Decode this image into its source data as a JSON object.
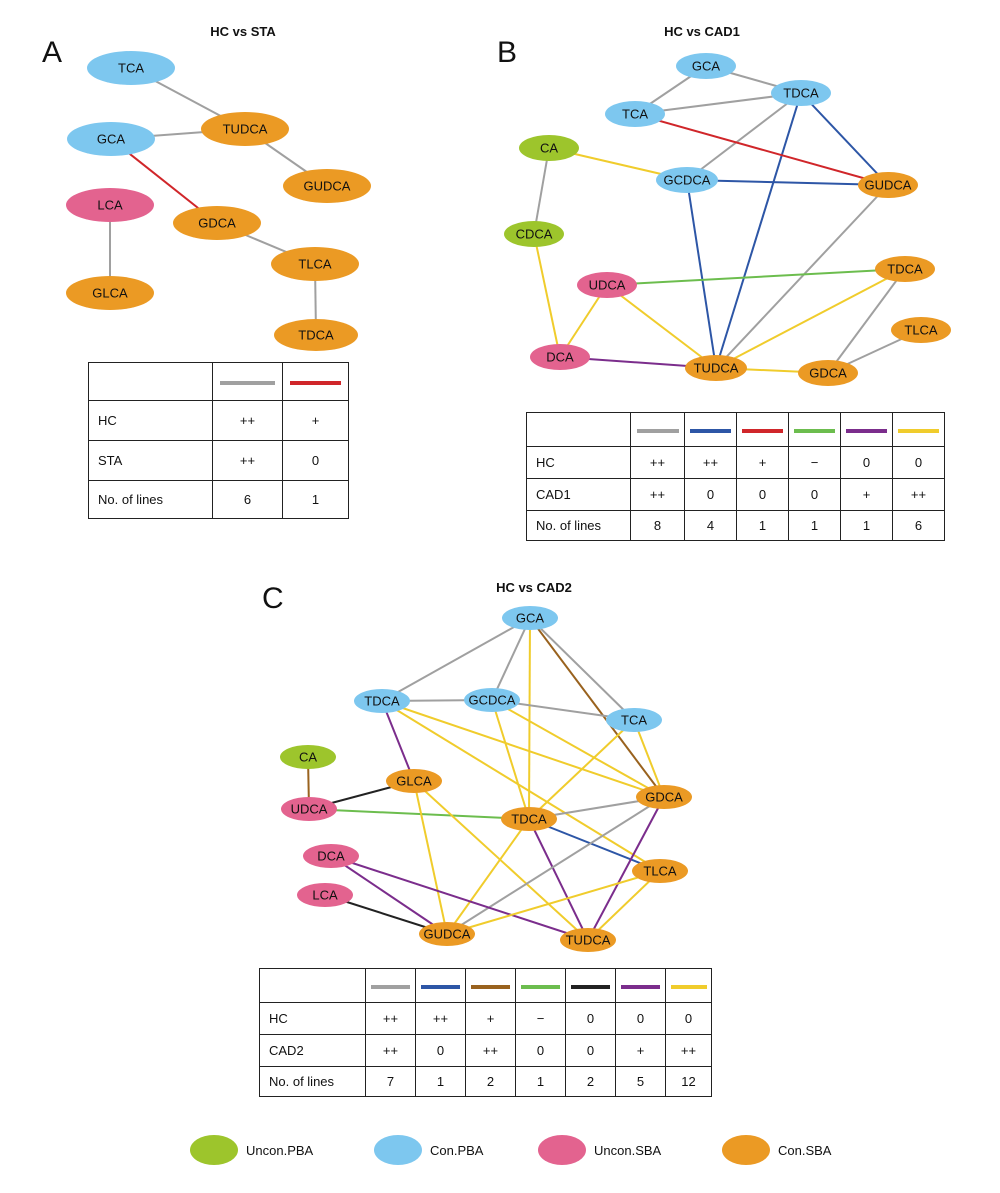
{
  "colors": {
    "unconPBA": "#9dc52c",
    "conPBA": "#7dc7ef",
    "unconSBA": "#e3638f",
    "conSBA": "#eb9a24",
    "gray": "#a0a0a0",
    "red": "#d0262a",
    "blue": "#2d56a6",
    "green": "#6cbd4e",
    "purple": "#7b2d8c",
    "yellow": "#f0cc2c",
    "brown": "#99621e",
    "black": "#222222"
  },
  "panels": [
    {
      "id": "A",
      "letter": "A",
      "title": "HC vs STA",
      "nodes": [
        {
          "id": "TCA",
          "label": "TCA",
          "type": "conPBA"
        },
        {
          "id": "GCA",
          "label": "GCA",
          "type": "conPBA"
        },
        {
          "id": "TUDCA",
          "label": "TUDCA",
          "type": "conSBA"
        },
        {
          "id": "GUDCA",
          "label": "GUDCA",
          "type": "conSBA"
        },
        {
          "id": "LCA",
          "label": "LCA",
          "type": "unconSBA"
        },
        {
          "id": "GDCA",
          "label": "GDCA",
          "type": "conSBA"
        },
        {
          "id": "TLCA",
          "label": "TLCA",
          "type": "conSBA"
        },
        {
          "id": "GLCA",
          "label": "GLCA",
          "type": "conSBA"
        },
        {
          "id": "TDCA",
          "label": "TDCA",
          "type": "conSBA"
        }
      ],
      "edges": [
        {
          "from": "TCA",
          "to": "TUDCA",
          "color": "gray"
        },
        {
          "from": "GCA",
          "to": "TUDCA",
          "color": "gray"
        },
        {
          "from": "TUDCA",
          "to": "GUDCA",
          "color": "gray"
        },
        {
          "from": "GCA",
          "to": "GDCA",
          "color": "red"
        },
        {
          "from": "GDCA",
          "to": "TLCA",
          "color": "gray"
        },
        {
          "from": "TLCA",
          "to": "TDCA",
          "color": "gray"
        },
        {
          "from": "LCA",
          "to": "GLCA",
          "color": "gray"
        }
      ],
      "table": {
        "columns": [
          "gray",
          "red"
        ],
        "rows": [
          {
            "label": "HC",
            "values": [
              "++",
              "+"
            ]
          },
          {
            "label": "STA",
            "values": [
              "++",
              "0"
            ]
          },
          {
            "label": "No. of lines",
            "values": [
              "6",
              "1"
            ]
          }
        ]
      }
    },
    {
      "id": "B",
      "letter": "B",
      "title": "HC vs CAD1",
      "nodes": [
        {
          "id": "GCA",
          "label": "GCA",
          "type": "conPBA"
        },
        {
          "id": "TDCA1",
          "label": "TDCA",
          "type": "conPBA"
        },
        {
          "id": "TCA",
          "label": "TCA",
          "type": "conPBA"
        },
        {
          "id": "CA",
          "label": "CA",
          "type": "unconPBA"
        },
        {
          "id": "GCDCA",
          "label": "GCDCA",
          "type": "conPBA"
        },
        {
          "id": "GUDCA",
          "label": "GUDCA",
          "type": "conSBA"
        },
        {
          "id": "CDCA",
          "label": "CDCA",
          "type": "unconPBA"
        },
        {
          "id": "UDCA",
          "label": "UDCA",
          "type": "unconSBA"
        },
        {
          "id": "TDCA2",
          "label": "TDCA",
          "type": "conSBA"
        },
        {
          "id": "TLCA",
          "label": "TLCA",
          "type": "conSBA"
        },
        {
          "id": "DCA",
          "label": "DCA",
          "type": "unconSBA"
        },
        {
          "id": "TUDCA",
          "label": "TUDCA",
          "type": "conSBA"
        },
        {
          "id": "GDCA",
          "label": "GDCA",
          "type": "conSBA"
        }
      ],
      "edges": [
        {
          "from": "GCA",
          "to": "TDCA1",
          "color": "gray"
        },
        {
          "from": "GCA",
          "to": "TCA",
          "color": "gray"
        },
        {
          "from": "TCA",
          "to": "TDCA1",
          "color": "gray"
        },
        {
          "from": "TDCA1",
          "to": "GCDCA",
          "color": "gray"
        },
        {
          "from": "TDCA1",
          "to": "GUDCA",
          "color": "blue"
        },
        {
          "from": "TDCA1",
          "to": "TUDCA",
          "color": "blue"
        },
        {
          "from": "TCA",
          "to": "GUDCA",
          "color": "red"
        },
        {
          "from": "CA",
          "to": "GCDCA",
          "color": "yellow"
        },
        {
          "from": "CA",
          "to": "CDCA",
          "color": "gray"
        },
        {
          "from": "GCDCA",
          "to": "GUDCA",
          "color": "blue"
        },
        {
          "from": "GCDCA",
          "to": "TUDCA",
          "color": "blue"
        },
        {
          "from": "GUDCA",
          "to": "TUDCA",
          "color": "gray"
        },
        {
          "from": "CDCA",
          "to": "DCA",
          "color": "yellow"
        },
        {
          "from": "UDCA",
          "to": "TDCA2",
          "color": "green"
        },
        {
          "from": "UDCA",
          "to": "DCA",
          "color": "yellow"
        },
        {
          "from": "UDCA",
          "to": "TUDCA",
          "color": "yellow"
        },
        {
          "from": "TDCA2",
          "to": "TUDCA",
          "color": "yellow"
        },
        {
          "from": "TDCA2",
          "to": "GDCA",
          "color": "gray"
        },
        {
          "from": "TLCA",
          "to": "GDCA",
          "color": "gray"
        },
        {
          "from": "DCA",
          "to": "TUDCA",
          "color": "purple"
        },
        {
          "from": "TUDCA",
          "to": "GDCA",
          "color": "yellow"
        }
      ],
      "table": {
        "columns": [
          "gray",
          "blue",
          "red",
          "green",
          "purple",
          "yellow"
        ],
        "rows": [
          {
            "label": "HC",
            "values": [
              "++",
              "++",
              "+",
              "−",
              "0",
              "0"
            ]
          },
          {
            "label": "CAD1",
            "values": [
              "++",
              "0",
              "0",
              "0",
              "+",
              "++"
            ]
          },
          {
            "label": "No. of lines",
            "values": [
              "8",
              "4",
              "1",
              "1",
              "1",
              "6"
            ]
          }
        ]
      }
    },
    {
      "id": "C",
      "letter": "C",
      "title": "HC vs CAD2",
      "nodes": [
        {
          "id": "GCA",
          "label": "GCA",
          "type": "conPBA"
        },
        {
          "id": "TDCA1",
          "label": "TDCA",
          "type": "conPBA"
        },
        {
          "id": "GCDCA",
          "label": "GCDCA",
          "type": "conPBA"
        },
        {
          "id": "TCA",
          "label": "TCA",
          "type": "conPBA"
        },
        {
          "id": "CA",
          "label": "CA",
          "type": "unconPBA"
        },
        {
          "id": "GLCA",
          "label": "GLCA",
          "type": "conSBA"
        },
        {
          "id": "UDCA",
          "label": "UDCA",
          "type": "unconSBA"
        },
        {
          "id": "TDCA2",
          "label": "TDCA",
          "type": "conSBA"
        },
        {
          "id": "GDCA",
          "label": "GDCA",
          "type": "conSBA"
        },
        {
          "id": "DCA",
          "label": "DCA",
          "type": "unconSBA"
        },
        {
          "id": "TLCA",
          "label": "TLCA",
          "type": "conSBA"
        },
        {
          "id": "LCA",
          "label": "LCA",
          "type": "unconSBA"
        },
        {
          "id": "GUDCA",
          "label": "GUDCA",
          "type": "conSBA"
        },
        {
          "id": "TUDCA",
          "label": "TUDCA",
          "type": "conSBA"
        }
      ],
      "edges": [
        {
          "from": "GCA",
          "to": "TDCA1",
          "color": "gray"
        },
        {
          "from": "GCA",
          "to": "GCDCA",
          "color": "gray"
        },
        {
          "from": "GCA",
          "to": "TCA",
          "color": "gray"
        },
        {
          "from": "GCA",
          "to": "TDCA2",
          "color": "yellow"
        },
        {
          "from": "GCA",
          "to": "GDCA",
          "color": "brown"
        },
        {
          "from": "TDCA1",
          "to": "GCDCA",
          "color": "gray"
        },
        {
          "from": "TDCA1",
          "to": "GDCA",
          "color": "yellow"
        },
        {
          "from": "TDCA1",
          "to": "TLCA",
          "color": "yellow"
        },
        {
          "from": "TDCA1",
          "to": "GLCA",
          "color": "purple"
        },
        {
          "from": "GCDCA",
          "to": "TCA",
          "color": "gray"
        },
        {
          "from": "GCDCA",
          "to": "TDCA2",
          "color": "yellow"
        },
        {
          "from": "GCDCA",
          "to": "GDCA",
          "color": "yellow"
        },
        {
          "from": "TCA",
          "to": "TDCA2",
          "color": "yellow"
        },
        {
          "from": "TCA",
          "to": "GDCA",
          "color": "yellow"
        },
        {
          "from": "CA",
          "to": "UDCA",
          "color": "brown"
        },
        {
          "from": "UDCA",
          "to": "GLCA",
          "color": "black"
        },
        {
          "from": "UDCA",
          "to": "TDCA2",
          "color": "green"
        },
        {
          "from": "GLCA",
          "to": "GUDCA",
          "color": "yellow"
        },
        {
          "from": "GLCA",
          "to": "TUDCA",
          "color": "yellow"
        },
        {
          "from": "TDCA2",
          "to": "GDCA",
          "color": "gray"
        },
        {
          "from": "TDCA2",
          "to": "TLCA",
          "color": "blue"
        },
        {
          "from": "TDCA2",
          "to": "GUDCA",
          "color": "yellow"
        },
        {
          "from": "TDCA2",
          "to": "TUDCA",
          "color": "purple"
        },
        {
          "from": "GDCA",
          "to": "GUDCA",
          "color": "gray"
        },
        {
          "from": "GDCA",
          "to": "TUDCA",
          "color": "purple"
        },
        {
          "from": "DCA",
          "to": "GUDCA",
          "color": "purple"
        },
        {
          "from": "DCA",
          "to": "TUDCA",
          "color": "purple"
        },
        {
          "from": "LCA",
          "to": "GUDCA",
          "color": "black"
        },
        {
          "from": "TLCA",
          "to": "GUDCA",
          "color": "yellow"
        },
        {
          "from": "TLCA",
          "to": "TUDCA",
          "color": "yellow"
        }
      ],
      "table": {
        "columns": [
          "gray",
          "blue",
          "brown",
          "green",
          "black",
          "purple",
          "yellow"
        ],
        "rows": [
          {
            "label": "HC",
            "values": [
              "++",
              "++",
              "+",
              "−",
              "0",
              "0",
              "0"
            ]
          },
          {
            "label": "CAD2",
            "values": [
              "++",
              "0",
              "++",
              "0",
              "0",
              "+",
              "++"
            ]
          },
          {
            "label": "No. of lines",
            "values": [
              "7",
              "1",
              "2",
              "1",
              "2",
              "5",
              "12"
            ]
          }
        ]
      }
    }
  ],
  "key": [
    {
      "label": "Uncon.PBA",
      "color": "unconPBA"
    },
    {
      "label": "Con.PBA",
      "color": "conPBA"
    },
    {
      "label": "Uncon.SBA",
      "color": "unconSBA"
    },
    {
      "label": "Con.SBA",
      "color": "conSBA"
    }
  ]
}
